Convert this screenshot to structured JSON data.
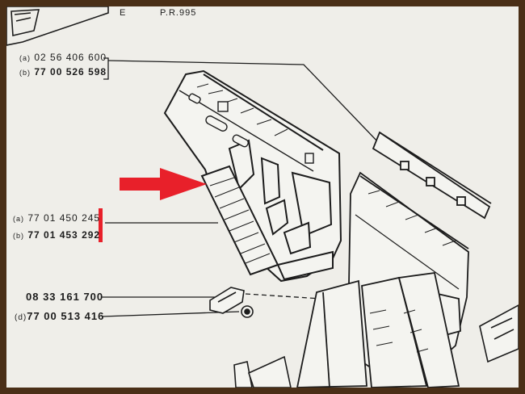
{
  "header": {
    "section": "E",
    "ref": "P.R.995"
  },
  "parts": [
    {
      "variant": "(a)",
      "number": "02 56 406 600"
    },
    {
      "variant": "(b)",
      "number": "77 00 526 598"
    },
    {
      "variant": "(a)",
      "number": "77 01 450 245"
    },
    {
      "variant": "(b)",
      "number": "77 01 453 292"
    },
    {
      "variant": "",
      "number": "08 33 161 700"
    },
    {
      "variant": "(d)",
      "number": "77 00 513 416"
    }
  ],
  "colors": {
    "highlight": "#e8202a",
    "ink": "#1c1c1c",
    "paper": "#efeee9"
  }
}
